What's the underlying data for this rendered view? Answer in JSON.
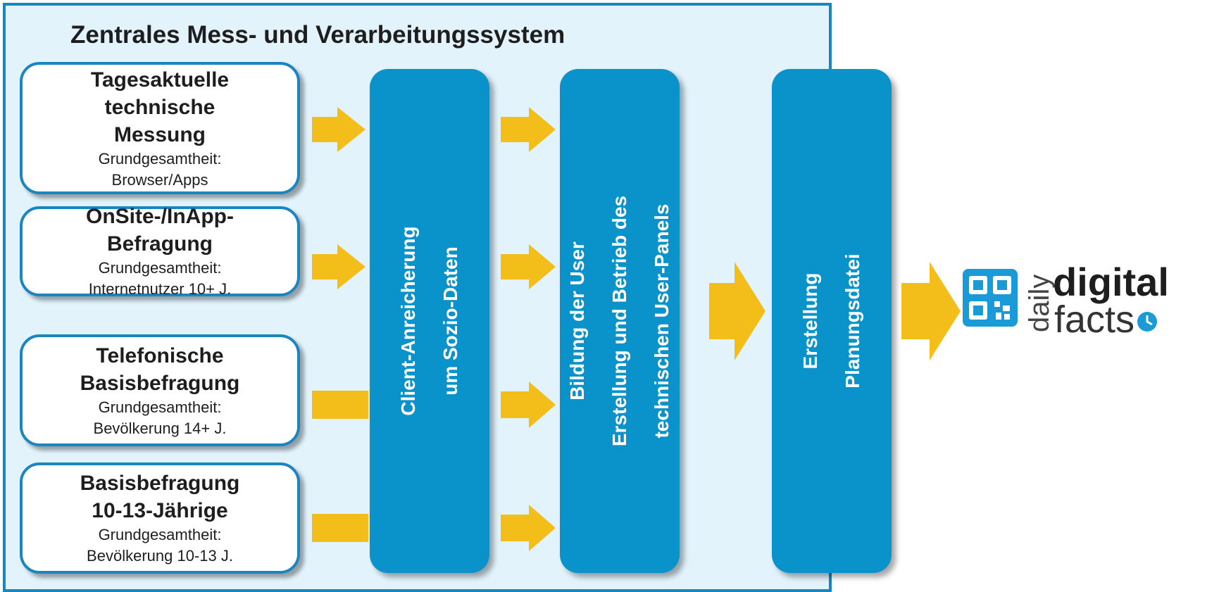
{
  "title": "Zentrales Mess- und Verarbeitungssystem",
  "sources": [
    {
      "heading": [
        "Tagesaktuelle",
        "technische",
        "Messung"
      ],
      "sub": [
        "Grundgesamtheit:",
        "Browser/Apps"
      ]
    },
    {
      "heading": [
        "OnSite-/InApp-",
        "Befragung"
      ],
      "sub": [
        "Grundgesamtheit:",
        "Internetnutzer 10+ J."
      ]
    },
    {
      "heading": [
        "Telefonische",
        "Basisbefragung"
      ],
      "sub": [
        "Grundgesamtheit:",
        "Bevölkerung 14+ J."
      ]
    },
    {
      "heading": [
        "Basisbefragung",
        "10-13-Jährige"
      ],
      "sub": [
        "Grundgesamtheit:",
        "Bevölkerung 10-13 J."
      ]
    }
  ],
  "columns": [
    {
      "lines": [
        "Client-Anreicherung",
        "um Sozio-Daten"
      ]
    },
    {
      "lines": [
        "Bildung der User",
        "Erstellung und Betrieb des",
        "technischen User-Panels"
      ]
    },
    {
      "lines": [
        "Erstellung",
        "Planungsdatei"
      ]
    }
  ],
  "logo": {
    "word1": "daily",
    "word2": "digital",
    "word3": "facts"
  },
  "colors": {
    "frame": "#1a86c0",
    "frame_fill": "#e2f3fc",
    "column": "#0a92cb",
    "arrow": "#f3be1a",
    "text": "#1e1e1e",
    "logo_blue": "#1a9ad6"
  }
}
